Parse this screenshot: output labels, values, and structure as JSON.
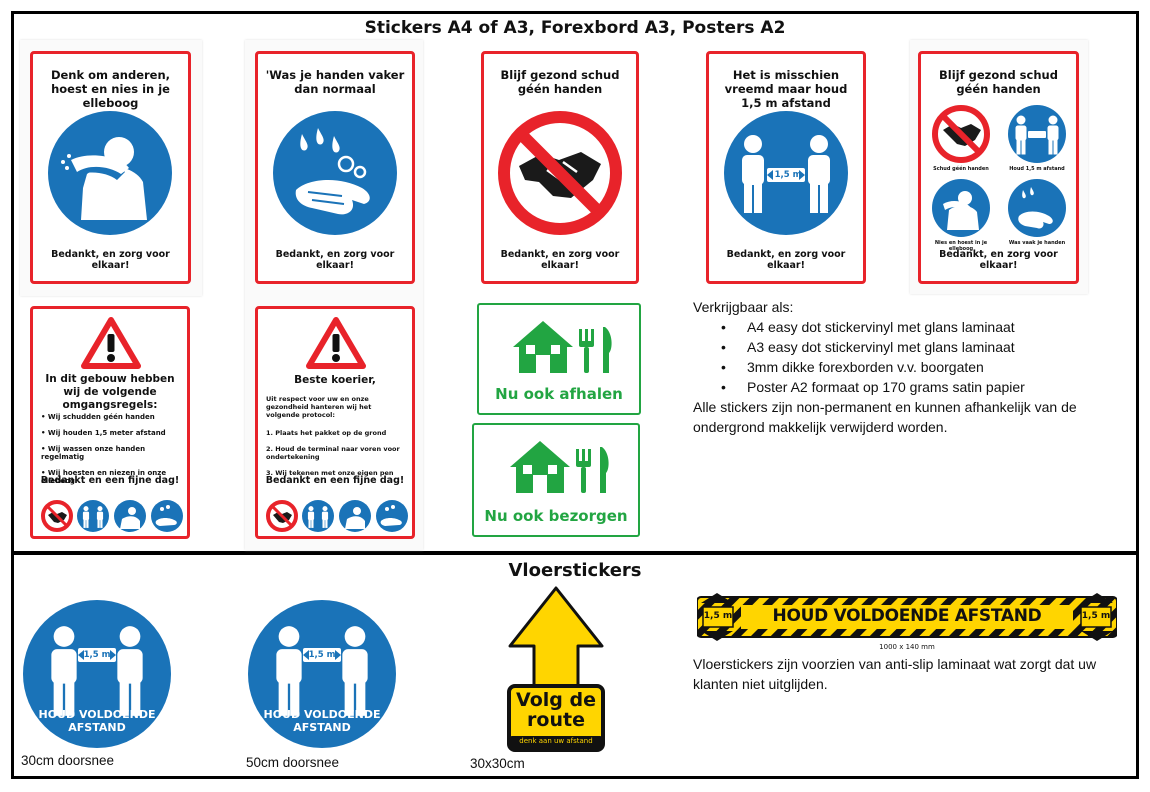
{
  "section1": {
    "title": "Stickers A4 of A3, Forexbord A3, Posters A2"
  },
  "section2": {
    "title": "Vloerstickers"
  },
  "posters": [
    {
      "heading": "Denk om anderen, hoest en nies in je elleboog",
      "footer": "Bedankt, en zorg voor elkaar!",
      "icon": "sneeze-elbow-icon"
    },
    {
      "heading": "'Was je handen vaker dan normaal",
      "footer": "Bedankt, en zorg voor elkaar!",
      "icon": "hand-wash-icon"
    },
    {
      "heading": "Blijf gezond schud géén handen",
      "footer": "Bedankt, en zorg voor elkaar!",
      "icon": "no-handshake-icon"
    },
    {
      "heading": "Het is misschien vreemd maar houd 1,5 m afstand",
      "footer": "Bedankt, en zorg voor elkaar!",
      "icon": "distance-icon",
      "distance_label": "1,5 m"
    },
    {
      "heading": "Blijf gezond schud géén handen",
      "footer": "Bedankt, en zorg voor elkaar!",
      "icon": "four-rules-icon",
      "sub_labels": [
        "Schud géén handen",
        "Houd 1,5 m afstand",
        "Nies en hoest in je elleboog",
        "Was vaak je handen"
      ]
    }
  ],
  "rules_poster": {
    "heading": "In dit gebouw hebben wij de volgende omgangsregels:",
    "rules": [
      "Wij schudden géén handen",
      "Wij houden 1,5 meter afstand",
      "Wij wassen onze handen regelmatig",
      "Wij hoesten en niezen in onze elleboog"
    ],
    "footer": "Bedankt en een fijne dag!"
  },
  "courier_poster": {
    "heading": "Beste koerier,",
    "intro": "Uit respect voor uw en onze gezondheid hanteren wij het volgende protocol:",
    "steps": [
      "1. Plaats het pakket op de grond",
      "2. Houd de terminal naar voren voor ondertekening",
      "3. Wij tekenen met onze eigen pen"
    ],
    "footer": "Bedankt en een fijne dag!"
  },
  "green_signs": [
    {
      "label": "Nu ook afhalen",
      "icon": "house-cutlery-icon"
    },
    {
      "label": "Nu ook bezorgen",
      "icon": "house-cutlery-icon"
    }
  ],
  "availability": {
    "intro": "Verkrijgbaar als:",
    "items": [
      "A4 easy dot stickervinyl met glans laminaat",
      "A3 easy dot stickervinyl met glans laminaat",
      "3mm dikke forexborden v.v. boorgaten",
      "Poster A2 formaat op 170 grams satin papier"
    ],
    "note": "Alle stickers zijn non-permanent en kunnen afhankelijk van de ondergrond makkelijk verwijderd worden."
  },
  "floor": {
    "circle_text": "HOUD VOLDOENDE AFSTAND",
    "circle_distance": "1,5 m",
    "captions": [
      "30cm doorsnee",
      "50cm doorsnee",
      "30x30cm"
    ],
    "arrow_text": "Volg de route",
    "arrow_sub": "denk aan uw afstand",
    "strip_text": "HOUD VOLDOENDE AFSTAND",
    "strip_label": "1,5 m",
    "strip_size": "1000 x 140 mm",
    "description": "Vloerstickers zijn voorzien van anti-slip laminaat wat zorgt dat uw klanten niet uitglijden."
  },
  "colors": {
    "red": "#e8232a",
    "blue": "#1a73b8",
    "green": "#22a542",
    "yellow": "#ffd500"
  }
}
